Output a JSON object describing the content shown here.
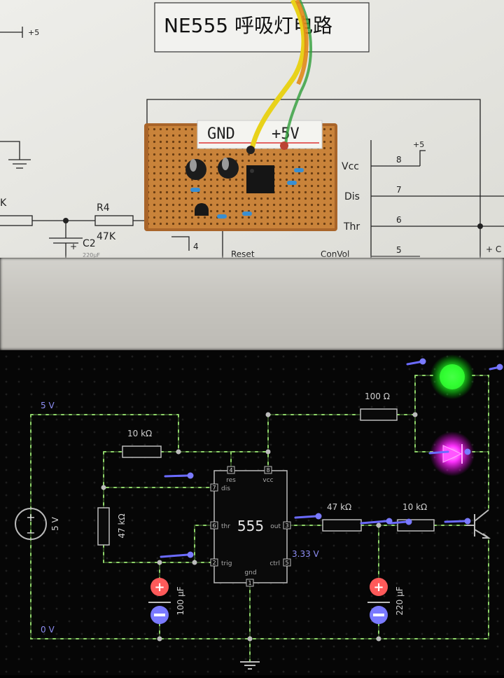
{
  "photo": {
    "title": "NE555 呼吸灯电路",
    "board_labels": {
      "gnd": "GND",
      "plus5v": "+5V"
    },
    "schematic_labels": {
      "plus5_top_left": "+5",
      "plus5_right": "+5",
      "k_left": "K",
      "r4": "R4",
      "r4_value": "47K",
      "c2": "C2",
      "c2_partial": "220μF",
      "plus_sign": "+",
      "vcc": "Vcc",
      "dis": "Dis",
      "thr": "Thr",
      "reset": "Reset",
      "conv": "ConVol",
      "pin8": "8",
      "pin7": "7",
      "pin6": "6",
      "pin5": "5",
      "pin4": "4",
      "c_right": "+ C"
    }
  },
  "sim": {
    "label_5v_top": "5 V",
    "label_0v": "0 V",
    "source_value": "5 V",
    "r_100": "100 Ω",
    "r_10k_top": "10 kΩ",
    "r_47k_left": "47 kΩ",
    "r_47k_out": "47 kΩ",
    "r_10k_base": "10 kΩ",
    "cap_100": "100 μF",
    "cap_220": "220 μF",
    "chip_name": "555",
    "pins": {
      "res": "res",
      "vcc": "vcc",
      "dis": "dis",
      "thr": "thr",
      "out": "out",
      "trig": "trig",
      "ctrl": "ctrl",
      "gnd": "gnd"
    },
    "pin_numbers": {
      "p4": "4",
      "p8": "8",
      "p7": "7",
      "p6": "6",
      "p3": "3",
      "p2": "2",
      "p5": "5",
      "p1": "1"
    },
    "voltage_readout": "3.33 V",
    "colors": {
      "wire": "#8fd46a",
      "led_green": "#33ff33",
      "led_magenta": "#ff33ff",
      "probe": "#6b6bff",
      "cap_plus": "#ff5a5a",
      "cap_minus": "#7a7aff"
    }
  }
}
